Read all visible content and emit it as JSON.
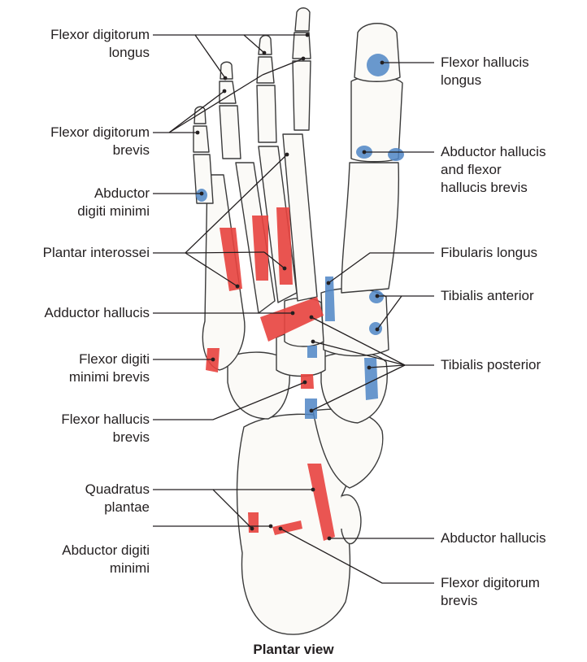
{
  "colors": {
    "origin": "#e8433f",
    "insertion": "#4f86c6",
    "bone": "#fbfaf7",
    "outline": "#3b3b3b",
    "leader": "#231f20"
  },
  "labels": {
    "fdl_top": [
      "Flexor digitorum",
      "longus"
    ],
    "fdb_top": [
      "Flexor digitorum",
      "brevis"
    ],
    "adm_top": [
      "Abductor",
      "digiti minimi"
    ],
    "plantar_interossei": [
      "Plantar interossei"
    ],
    "adductor_hallucis": [
      "Adductor hallucis"
    ],
    "fdmb": [
      "Flexor digiti",
      "minimi brevis"
    ],
    "fhb_left": [
      "Flexor hallucis",
      "brevis"
    ],
    "quadratus_plantae": [
      "Quadratus",
      "plantae"
    ],
    "adm_bottom": [
      "Abductor digiti",
      "minimi"
    ],
    "fhl": [
      "Flexor hallucis",
      "longus"
    ],
    "abd_hal_fhb": [
      "Abductor hallucis",
      "and flexor",
      "hallucis brevis"
    ],
    "fibularis_longus": [
      "Fibularis longus"
    ],
    "tibialis_anterior": [
      "Tibialis anterior"
    ],
    "tibialis_posterior": [
      "Tibialis posterior"
    ],
    "abductor_hallucis": [
      "Abductor hallucis"
    ],
    "fdb_bottom": [
      "Flexor digitorum",
      "brevis"
    ]
  },
  "caption": "Plantar view"
}
